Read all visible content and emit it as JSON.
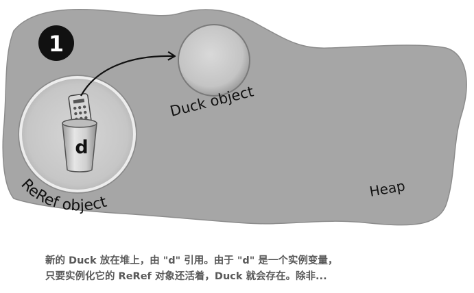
{
  "step_number": "1",
  "heap_label": "Heap",
  "duck_object_label": "Duck object",
  "reref_object_label": "ReRef object",
  "cup_variable": "d",
  "icons": {
    "step_badge": "number-1-badge-icon",
    "remote": "remote-control-icon",
    "cup": "cup-icon",
    "arrow": "reference-arrow-icon"
  },
  "colors": {
    "heap_fill": "#a6a6a6",
    "object_fill": "#c9c9c9",
    "caption_text": "#595959"
  },
  "caption": {
    "line1": "新的 Duck 放在堆上，由 \"d\" 引用。由于 \"d\" 是一个实例变量，",
    "line2": "只要实例化它的 ReRef 对象还活着，Duck 就会存在。除非..."
  }
}
